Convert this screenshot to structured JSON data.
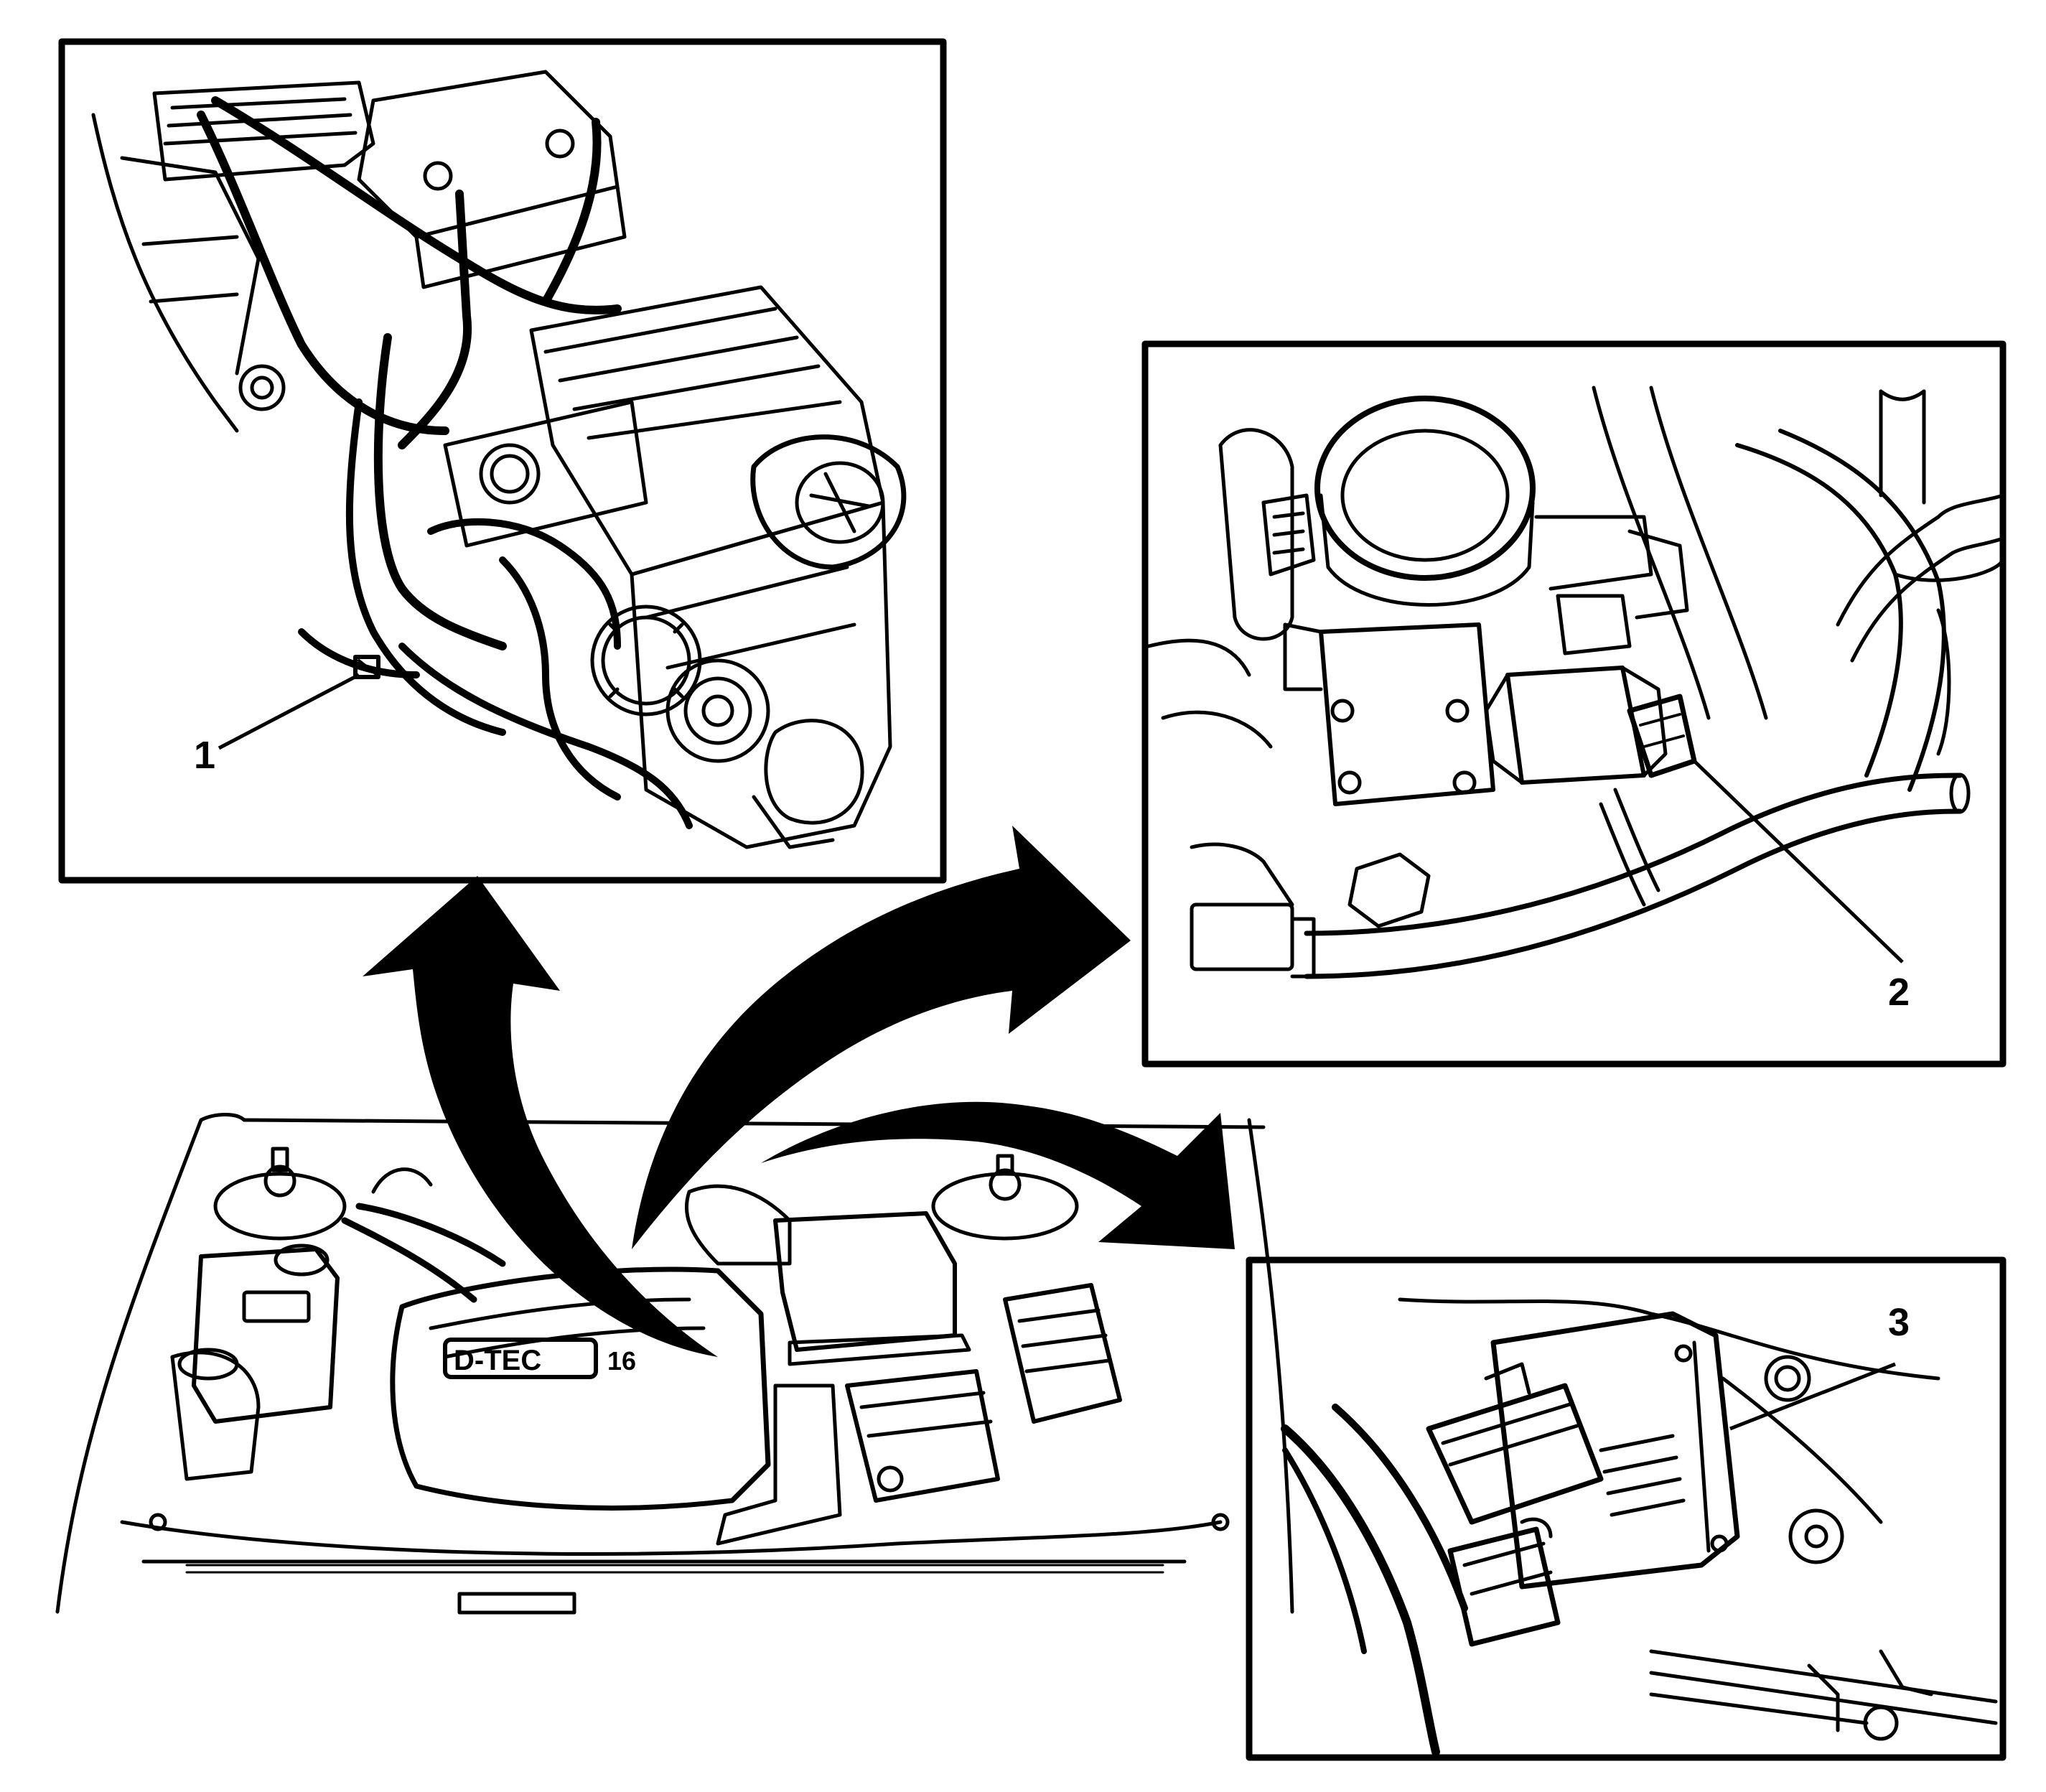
{
  "callouts": {
    "engine_connector": "1",
    "throttle_body_connector": "2",
    "control_module": "3"
  },
  "engine_cover": {
    "emblem_main": "D-TEC",
    "emblem_suffix": "16"
  },
  "colors": {
    "line": "#000000",
    "background": "#ffffff"
  }
}
